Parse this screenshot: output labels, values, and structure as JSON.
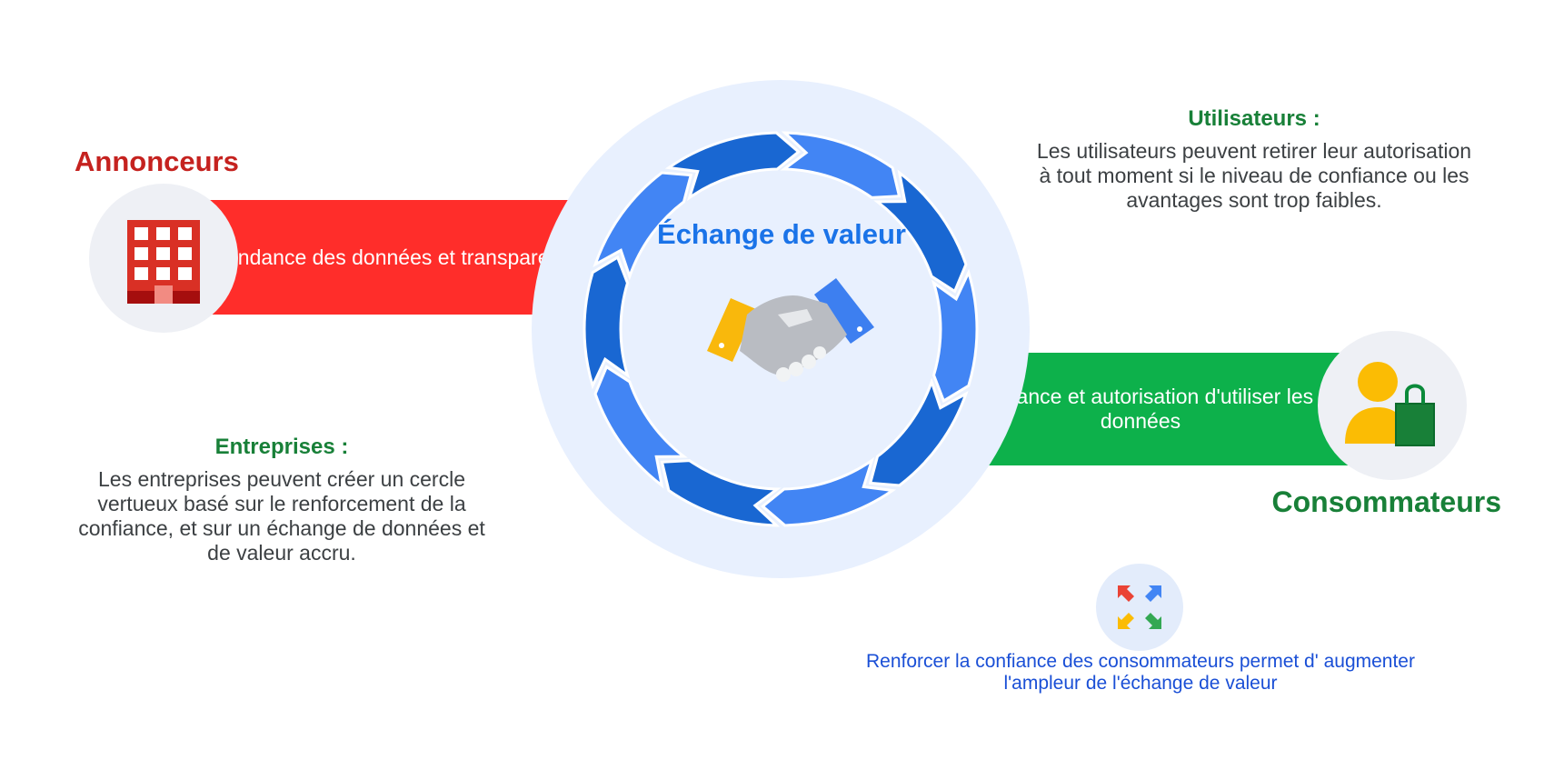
{
  "advertisers": {
    "title": "Annonceurs",
    "banner_text": "Intendance des données et transparence",
    "icon": "building-icon"
  },
  "consumers": {
    "title": "Consommateurs",
    "banner_text": "Confiance et autorisation d'utiliser les données",
    "icon": "shopper-icon"
  },
  "center": {
    "title": "Échange de valeur",
    "icon": "handshake-icon"
  },
  "users": {
    "heading": "Utilisateurs :",
    "body": "Les utilisateurs peuvent retirer leur autorisation à tout moment si le niveau de confiance ou les avantages sont trop faibles."
  },
  "companies": {
    "heading": "Entreprises :",
    "body": "Les entreprises peuvent créer un cercle vertueux basé sur le renforcement de la confiance, et sur un échange de données et de valeur accru."
  },
  "footer": {
    "icon": "expand-arrows-icon",
    "text": "Renforcer la confiance des consommateurs permet d' augmenter l'ampleur de l'échange de valeur"
  },
  "colors": {
    "red": "#ff2d2a",
    "green": "#0db14b",
    "blue": "#1a73e8",
    "ring_light": "#4285f4",
    "ring_dark": "#1967d2",
    "halo": "#e8f0fe"
  }
}
